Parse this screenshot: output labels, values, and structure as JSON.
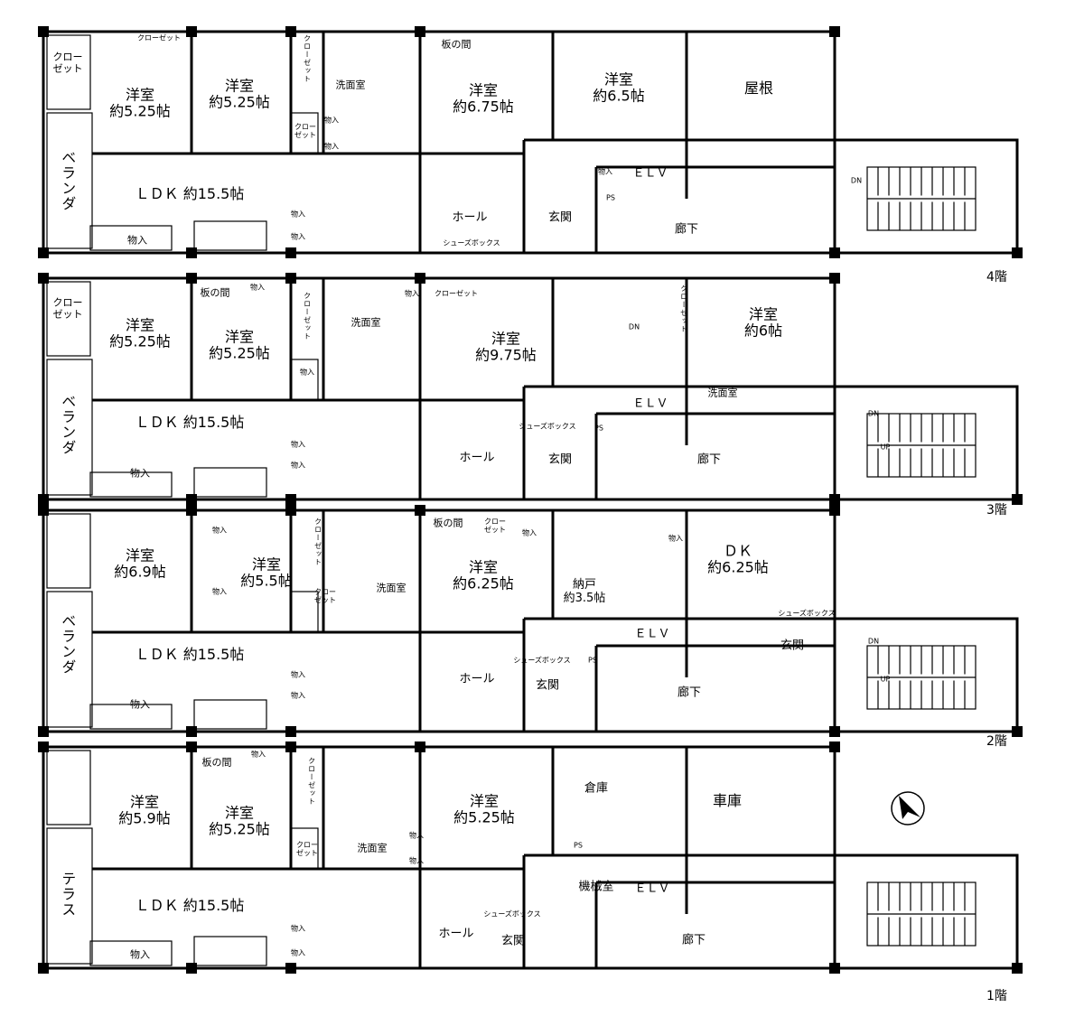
{
  "floors": [
    {
      "floor_label": "4階",
      "rooms": {
        "closet_a": "クロー\nゼット",
        "closet_b": "クローゼット",
        "room1": "洋室\n約5.25帖",
        "room2": "洋室\n約5.25帖",
        "closet_c": "クローゼット",
        "closet_d": "クロー\nゼット",
        "washroom": "洗面室",
        "storage_a": "物入",
        "storage_b": "物入",
        "board": "板の間",
        "room3": "洋室\n約6.75帖",
        "room4": "洋室\n約6.5帖",
        "roof": "屋根",
        "veranda": "ベランダ",
        "ldk": "ＬＤＫ 約15.5帖",
        "storage_c": "物入",
        "storage_d": "物入",
        "storage_e": "物入",
        "hall": "ホール",
        "shoebox": "シューズボックス",
        "entrance": "玄関",
        "storage_f": "物入",
        "ps": "PS",
        "elv": "ＥＬＶ",
        "corridor": "廊下",
        "stairs_dn": "DN"
      }
    },
    {
      "floor_label": "3階",
      "rooms": {
        "closet_a": "クロー\nゼット",
        "room1": "洋室\n約5.25帖",
        "board": "板の間",
        "storage_a": "物入",
        "room2": "洋室\n約5.25帖",
        "closet_c": "クローゼット",
        "storage_b": "物入",
        "washroom": "洗面室",
        "storage_c": "物入",
        "closet_b": "クローゼット",
        "room3": "洋室\n約9.75帖",
        "stairs_dn": "DN",
        "closet_d": "クローゼット",
        "room4": "洋室\n約6帖",
        "veranda": "ベランダ",
        "ldk": "ＬＤＫ 約15.5帖",
        "storage_d": "物入",
        "storage_e": "物入",
        "storage_f": "物入",
        "hall": "ホール",
        "shoebox": "シューズボックス",
        "ps": "PS",
        "entrance": "玄関",
        "elv": "ＥＬＶ",
        "washroom2": "洗面室",
        "corridor": "廊下",
        "stairs_dn2": "DN",
        "stairs_up": "UP"
      }
    },
    {
      "floor_label": "2階",
      "rooms": {
        "room1": "洋室\n約6.9帖",
        "storage_a": "物入",
        "room2": "洋室\n約5.5帖",
        "storage_b": "物入",
        "closet_c": "クローゼット",
        "closet_d": "クロー\nゼット",
        "washroom": "洗面室",
        "board": "板の間",
        "closet_b": "クロー\nゼット",
        "storage_c": "物入",
        "room3": "洋室\n約6.25帖",
        "nando": "納戸\n約3.5帖",
        "storage_d": "物入",
        "dk": "ＤＫ\n約6.25帖",
        "shoebox2": "シューズボックス",
        "veranda": "ベランダ",
        "ldk": "ＬＤＫ 約15.5帖",
        "storage_e": "物入",
        "storage_f": "物入",
        "storage_g": "物入",
        "hall": "ホール",
        "shoebox": "シューズボックス",
        "ps": "PS",
        "entrance": "玄関",
        "elv": "ＥＬＶ",
        "entrance2": "玄関",
        "corridor": "廊下",
        "stairs_dn": "DN",
        "stairs_up": "UP"
      }
    },
    {
      "floor_label": "1階",
      "rooms": {
        "board": "板の間",
        "storage_a": "物入",
        "room1": "洋室\n約5.9帖",
        "room2": "洋室\n約5.25帖",
        "closet_c": "クローゼット",
        "closet_d": "クロー\nゼット",
        "washroom": "洗面室",
        "storage_b": "物入",
        "storage_c": "物入",
        "room3": "洋室\n約5.25帖",
        "warehouse": "倉庫",
        "garage": "車庫",
        "ps": "PS",
        "machine": "機械室",
        "elv": "ＥＬＶ",
        "terrace": "テラス",
        "ldk": "ＬＤＫ 約15.5帖",
        "storage_d": "物入",
        "storage_e": "物入",
        "storage_f": "物入",
        "hall": "ホール",
        "shoebox": "シューズボックス",
        "entrance": "玄関",
        "corridor": "廊下"
      }
    }
  ]
}
